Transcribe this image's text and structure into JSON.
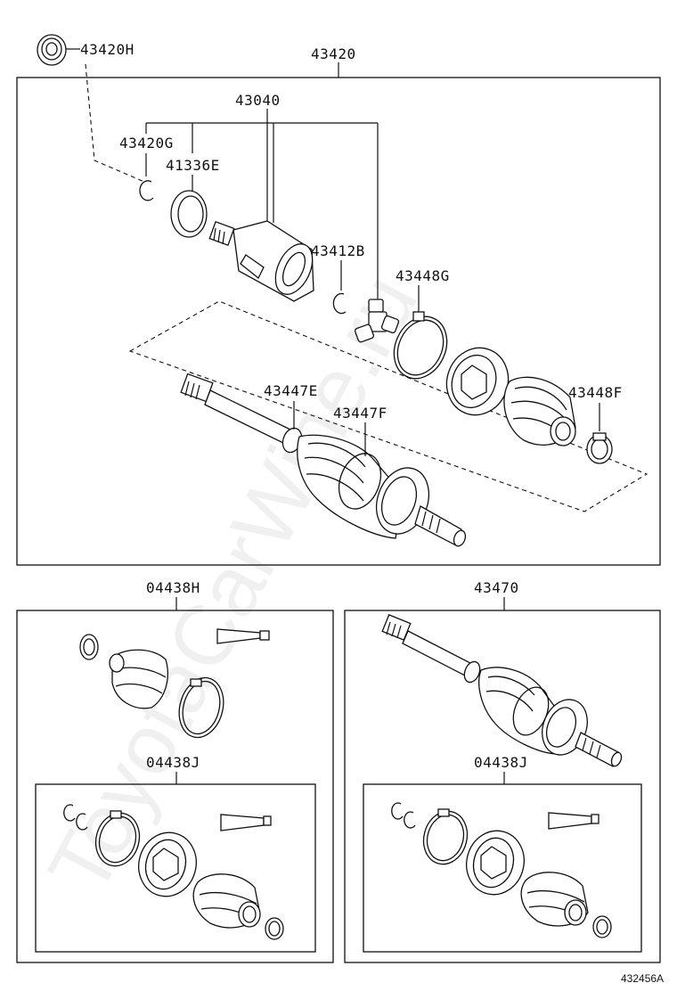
{
  "labels": {
    "p43420H": "43420H",
    "p43420": "43420",
    "p43040": "43040",
    "p43420G": "43420G",
    "p41336E": "41336E",
    "p43412B": "43412B",
    "p43448G": "43448G",
    "p43447E": "43447E",
    "p43447F": "43447F",
    "p43448F": "43448F",
    "p04438H": "04438H",
    "p43470": "43470",
    "p04438J_left": "04438J",
    "p04438J_right": "04438J"
  },
  "diagram_id": "432456A",
  "watermark": "ToyotaCarWine.ru"
}
